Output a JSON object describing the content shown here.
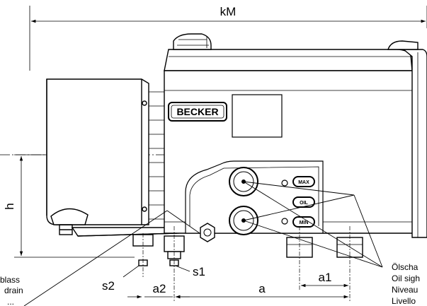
{
  "dimensions": {
    "kM": "kM",
    "h": "h",
    "s1": "s1",
    "s2": "s2",
    "a": "a",
    "a1": "a1",
    "a2": "a2"
  },
  "brand": "BECKER",
  "oil_gauge": {
    "max": "MAX",
    "oil": "OIL",
    "min": "MIN"
  },
  "left_note": [
    "blass",
    "drain",
    "..."
  ],
  "right_note": [
    "Ölscha",
    "Oil sigh",
    "Niveau",
    "Livello"
  ]
}
